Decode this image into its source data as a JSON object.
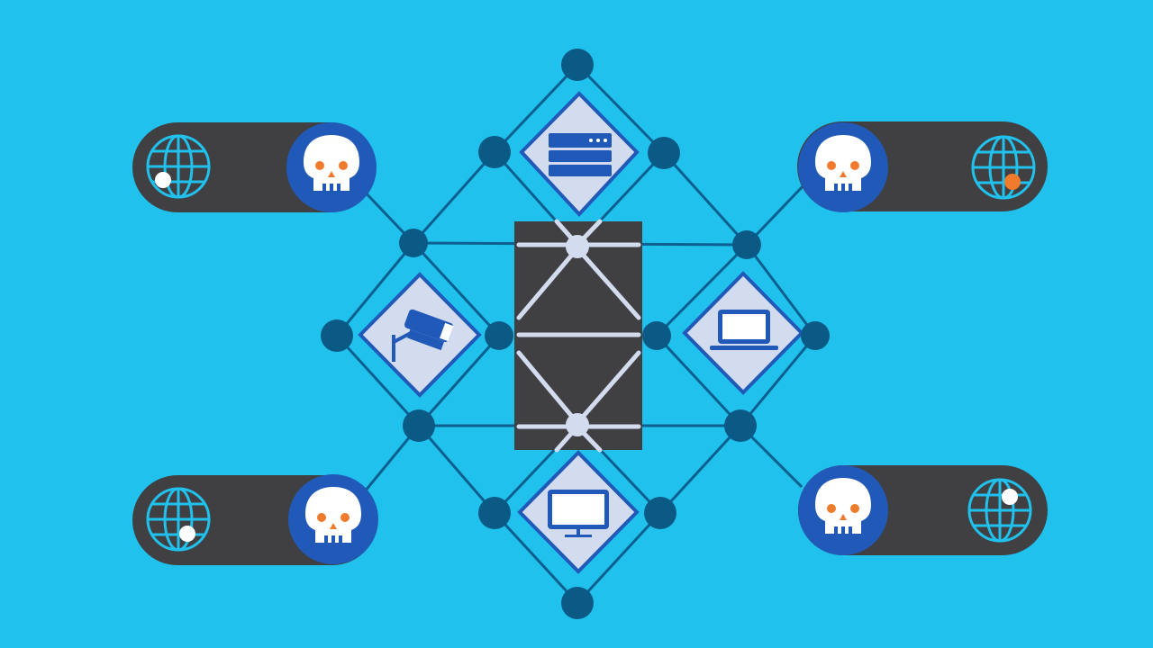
{
  "colors": {
    "background": "#21c1ed",
    "node": "#0b5a86",
    "line": "#0d5f8f",
    "tile_border": "#2159b8",
    "tile_fill": "#d3dcef",
    "icon": "#2159b8",
    "dark_panel": "#404043",
    "panel_lines": "#d3dcef",
    "skull_circle": "#2159b8",
    "skull": "#ffffff",
    "skull_eyes": "#f07b2d",
    "globe": "#21c1ed",
    "dot_white": "#ffffff",
    "dot_orange": "#f07b2d"
  },
  "devices": [
    {
      "name": "server",
      "icon": "server-icon"
    },
    {
      "name": "security-camera",
      "icon": "security-camera-icon"
    },
    {
      "name": "laptop",
      "icon": "laptop-icon"
    },
    {
      "name": "monitor",
      "icon": "monitor-icon"
    }
  ],
  "attackers": [
    {
      "name": "top-left",
      "icon": "skull-icon",
      "globe": "globe-icon",
      "marker": "white"
    },
    {
      "name": "top-right",
      "icon": "skull-icon",
      "globe": "globe-icon",
      "marker": "orange"
    },
    {
      "name": "bottom-left",
      "icon": "skull-icon",
      "globe": "globe-icon",
      "marker": "white"
    },
    {
      "name": "bottom-right",
      "icon": "skull-icon",
      "globe": "globe-icon",
      "marker": "white"
    }
  ],
  "central_panel": {
    "name": "firewall-panel"
  }
}
